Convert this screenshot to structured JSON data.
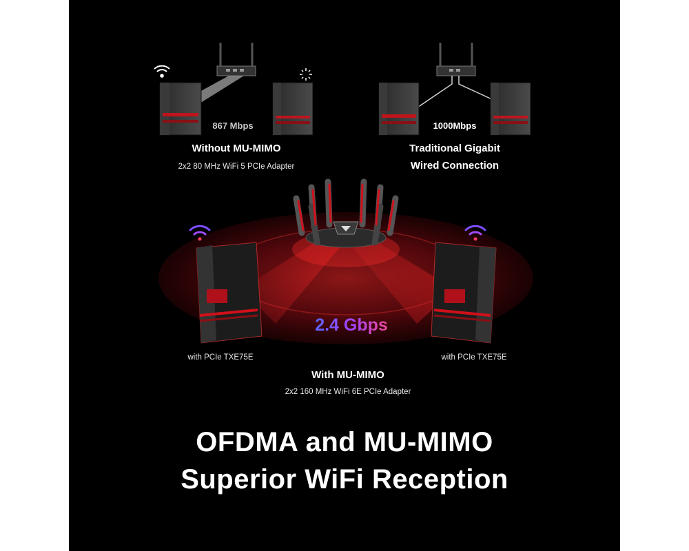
{
  "top_left": {
    "speed": "867 Mbps",
    "title": "Without MU-MIMO",
    "subtitle": "2x2 80 MHz WiFi 5 PCIe Adapter"
  },
  "top_right": {
    "speed": "1000Mbps",
    "title_line1": "Traditional Gigabit",
    "title_line2": "Wired Connection"
  },
  "center": {
    "speed": "2.4 Gbps",
    "left_caption": "with PCIe TXE75E",
    "right_caption": "with PCIe TXE75E",
    "title": "With MU-MIMO",
    "subtitle": "2x2 160 MHz WiFi 6E PCIe Adapter"
  },
  "headline": {
    "line1": "OFDMA and MU-MIMO",
    "line2": "Superior WiFi Reception"
  },
  "colors": {
    "background": "#000000",
    "accent_red": "#d0101a",
    "wifi_purple": "#7a4cff",
    "gradient_blue": "#4a6cff",
    "gradient_pink": "#ff4a7a"
  },
  "icons": [
    "wifi-icon",
    "router-icon",
    "pc-case-icon",
    "signal-burst-icon"
  ]
}
